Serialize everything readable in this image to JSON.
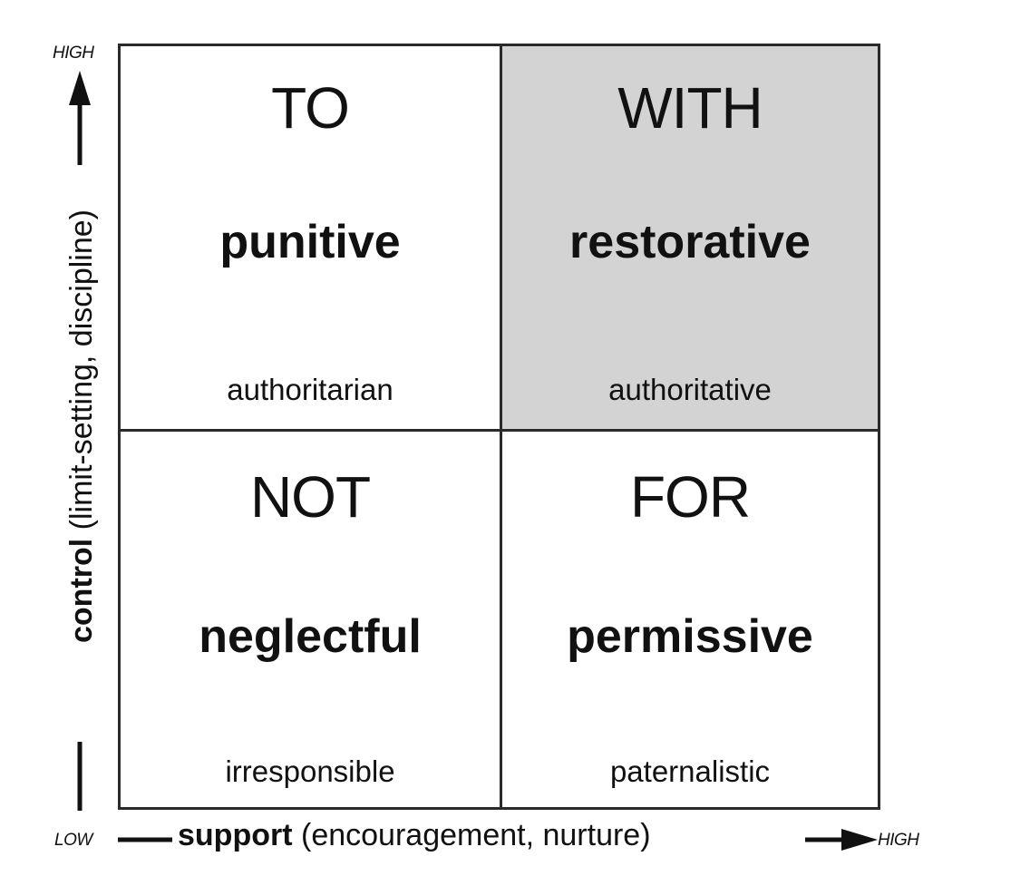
{
  "quadrants": {
    "top_left": {
      "word": "TO",
      "label": "punitive",
      "sub": "authoritarian"
    },
    "top_right": {
      "word": "WITH",
      "label": "restorative",
      "sub": "authoritative",
      "fill": "#d3d3d3"
    },
    "bottom_left": {
      "word": "NOT",
      "label": "neglectful",
      "sub": "irresponsible"
    },
    "bottom_right": {
      "word": "FOR",
      "label": "permissive",
      "sub": "paternalistic"
    }
  },
  "axes": {
    "y": {
      "title_bold": "control",
      "title_rest": "(limit-setting, discipline)",
      "high_label": "HIGH"
    },
    "x": {
      "title_bold": "support",
      "title_rest": "(encouragement, nurture)",
      "high_label": "HIGH"
    },
    "origin_label": "LOW"
  }
}
